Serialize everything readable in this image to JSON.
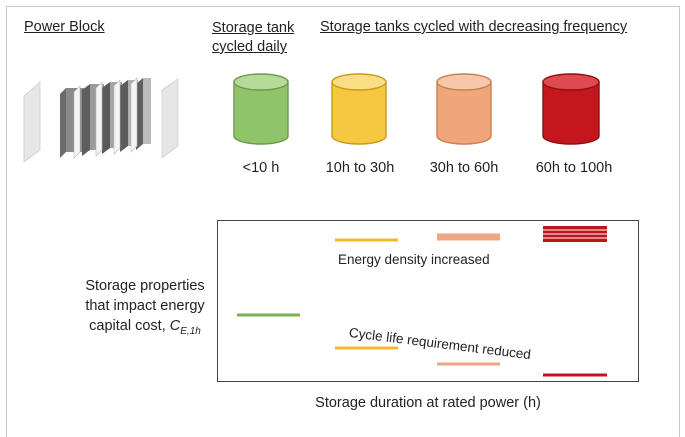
{
  "headers": {
    "power_block": "Power Block",
    "tank_daily": [
      "Storage tank",
      "cycled daily"
    ],
    "tanks_decreasing": "Storage tanks cycled with decreasing frequency"
  },
  "tanks": [
    {
      "label": "<10 h",
      "color": "#8fc46a"
    },
    {
      "label": "10h to 30h",
      "color": "#f5c842"
    },
    {
      "label": "30h to 60h",
      "color": "#f0a57a"
    },
    {
      "label": "60h to 100h",
      "color": "#c5161d"
    }
  ],
  "side_note": {
    "line1": "Storage properties",
    "line2": "that impact energy",
    "line3_prefix": "capital cost, ",
    "symbol": "C",
    "subscript": "E,1h"
  },
  "annotations": {
    "energy_density": "Energy density increased",
    "cycle_life": "Cycle life requirement reduced"
  },
  "x_axis_label": "Storage duration at rated power (h)",
  "colors": {
    "green": "#77b04c",
    "yellow": "#f2b82a",
    "orange": "#f0a583",
    "red": "#c0141b",
    "frame": "#c8c8c8"
  }
}
